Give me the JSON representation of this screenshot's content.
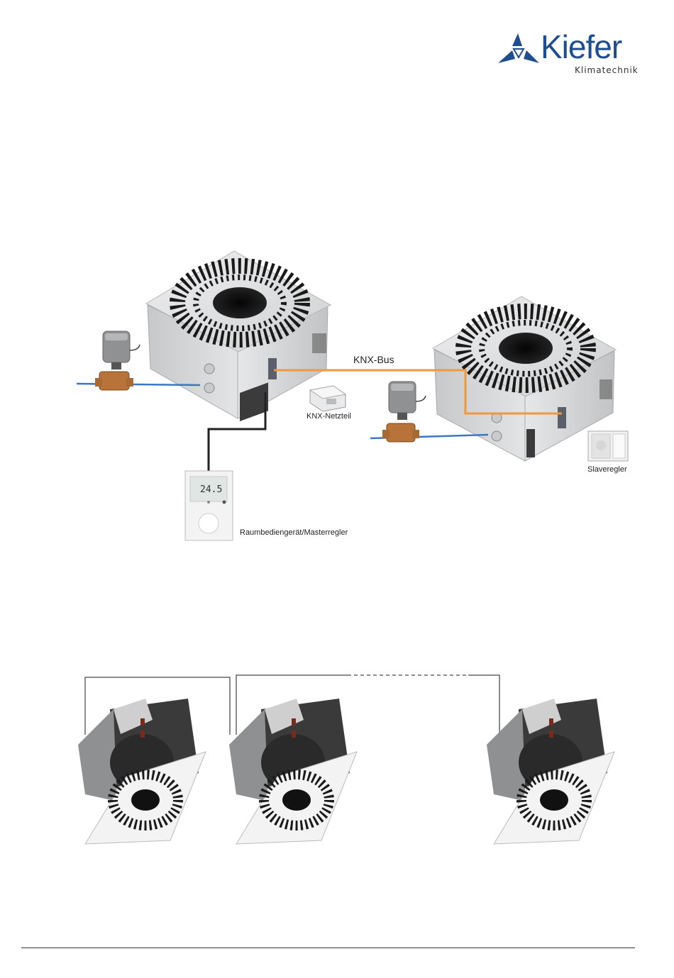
{
  "brand": {
    "name": "Kiefer",
    "tagline": "Klimatechnik",
    "color": "#1f4e8f"
  },
  "diagram": {
    "labels": {
      "bus": "KNX-Bus",
      "power_supply": "KNX-Netzteil",
      "slave": "Slaveregler",
      "master": "Raumbediengerät/Masterregler",
      "display_value": "24.5"
    },
    "colors": {
      "bus_wire": "#f0973f",
      "water_pipe": "#3b78c4",
      "control_wire": "#222222",
      "unit_body": "#d9dadb",
      "valve": "#b8733a"
    }
  }
}
